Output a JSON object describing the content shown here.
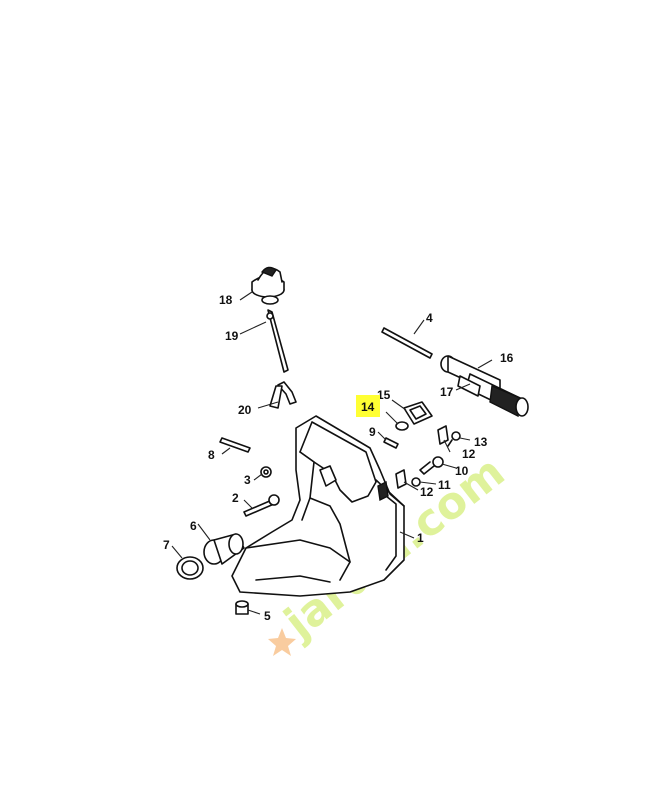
{
  "diagram": {
    "highlighted_part": "14",
    "highlight_color": "#ffff33",
    "callouts": {
      "c1": "1",
      "c2": "2",
      "c3": "3",
      "c4": "4",
      "c5": "5",
      "c6": "6",
      "c7": "7",
      "c8": "8",
      "c9": "9",
      "c10": "10",
      "c11": "11",
      "c12a": "12",
      "c12b": "12",
      "c13": "13",
      "c14": "14",
      "c15": "15",
      "c16": "16",
      "c17": "17",
      "c18": "18",
      "c19": "19",
      "c20": "20"
    },
    "watermark": "jardin.com",
    "watermark_color": "#c6e84a"
  }
}
